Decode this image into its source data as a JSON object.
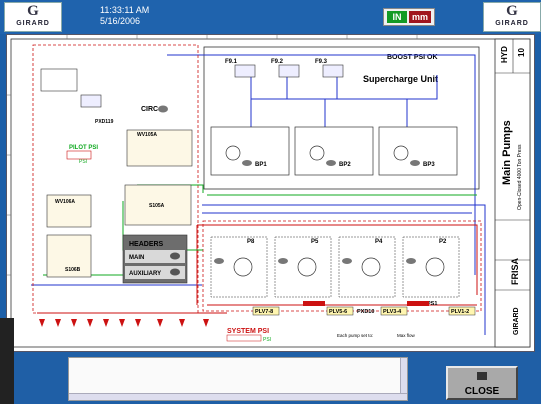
{
  "header": {
    "logo_text": "G",
    "logo_word": "GIRARD",
    "time": "11:33:11 AM",
    "date": "5/16/2006",
    "mode_in": "IN",
    "mode_mm": "mm"
  },
  "schematic": {
    "boost_status": "BOOST PSI OK",
    "unit_title": "Supercharge Unit",
    "filters": [
      "F9.1",
      "F9.2",
      "F9.3"
    ],
    "booster_pumps": [
      "BP1",
      "BP2",
      "BP3"
    ],
    "circ_label": "CIRC",
    "pilot_psi_label": "PILOT PSI",
    "pilot_switch": "PXD119",
    "pilot_value": "PSI",
    "valves_left": [
      "WV105A",
      "WV106A",
      "S105A",
      "S106B"
    ],
    "headers_panel": {
      "title": "HEADERS",
      "main": "MAIN",
      "auxiliary": "AUXILIARY"
    },
    "main_pumps": [
      "P8",
      "P5",
      "P4",
      "P2"
    ],
    "plv_labels": [
      "PLV7-8",
      "PLV5-6",
      "PXD10",
      "PLV3-4",
      "PS1",
      "PLV1-2"
    ],
    "system_psi_label": "SYSTEM PSI",
    "system_psi_value": "PSI",
    "note_left": "Each pump set to:",
    "note_right": "Max flow",
    "title_block": {
      "sheet_code": "HYD",
      "sheet_no": "10",
      "drawing_title": "Main Pumps",
      "subtitle": "Open-Closed 4000 Ton Press",
      "client": "FRISA",
      "company": "GIRARD"
    }
  },
  "footer": {
    "close_label": "CLOSE"
  }
}
